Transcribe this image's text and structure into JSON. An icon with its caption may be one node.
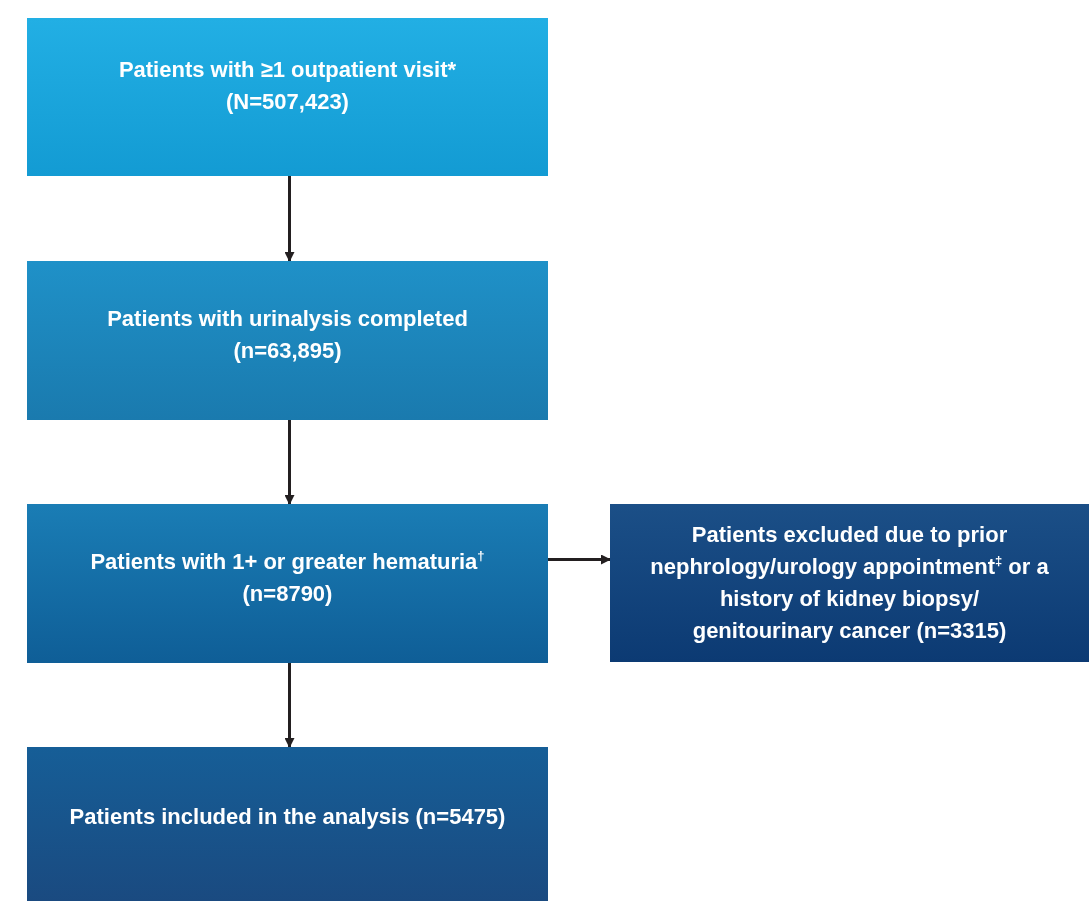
{
  "diagram": {
    "nodes": [
      {
        "text": [
          "Patients with ≥1 outpatient visit* (N=507,423)"
        ]
      },
      {
        "text": [
          "Patients with urinalysis completed (n=63,895)"
        ]
      },
      {
        "text": [
          "Patients with 1+ or greater hematuria$^{†}$ (n=8790)"
        ]
      },
      {
        "text": [
          "Patients included in the analysis (n=5475)"
        ]
      },
      {
        "text": [
          "Patients excluded due to prior nephrology/urology appointment$^{‡}$ or a history of kidney biopsy/ genitourinary cancer (n=3315)"
        ]
      }
    ],
    "edges": [
      {
        "from": 0,
        "to": 1,
        "arrow": "to"
      },
      {
        "from": 1,
        "to": 2,
        "arrow": "to"
      },
      {
        "from": 2,
        "to": 3,
        "arrow": "to"
      },
      {
        "from": 2,
        "to": 4,
        "arrow": "to"
      }
    ]
  }
}
